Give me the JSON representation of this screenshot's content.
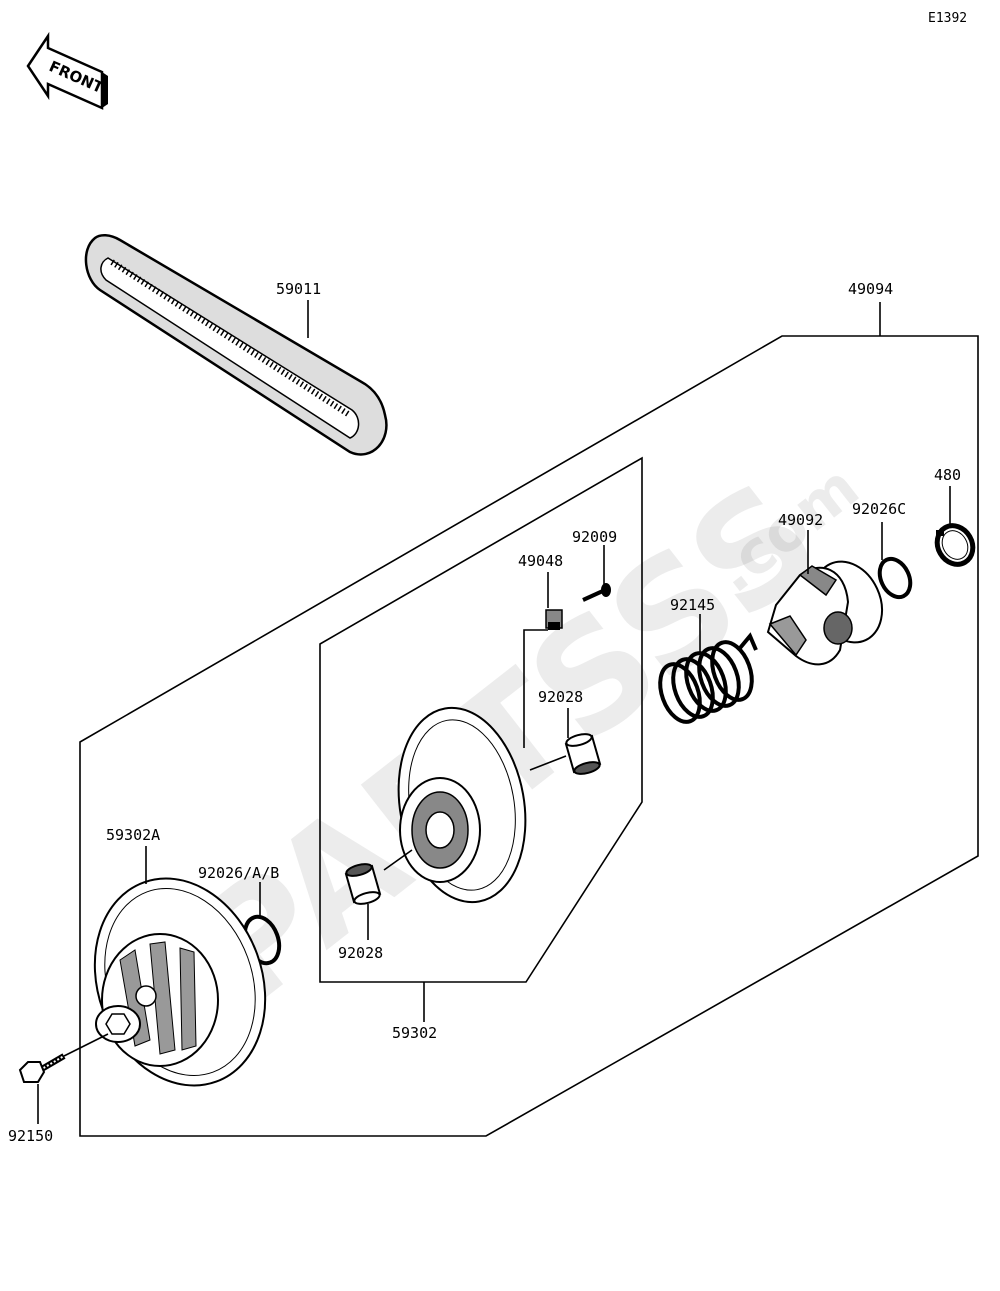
{
  "diagram_code": "E1392",
  "front_label": "FRONT",
  "watermark": {
    "main": "PARTSSS",
    "suffix": ".com"
  },
  "parts": {
    "belt": "59011",
    "assembly": "49094",
    "circlip": "480",
    "washer_c": "92026C",
    "cam": "49092",
    "bolt_small": "92009",
    "slider": "49048",
    "spring": "92145",
    "bushing_top": "92028",
    "fixed_sheave": "59302A",
    "washer_ab": "92026/A/B",
    "bushing_bottom": "92028",
    "movable_sheave": "59302",
    "bolt_main": "92150"
  }
}
